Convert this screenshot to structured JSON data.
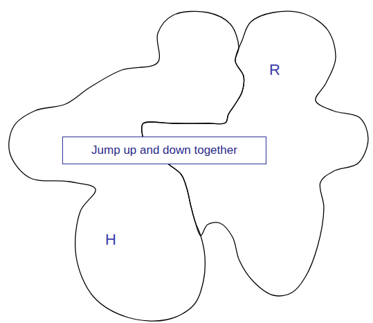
{
  "diagram": {
    "nodes": [
      {
        "text": [
          "R"
        ]
      },
      {
        "text": [
          "Jump up and down together"
        ]
      },
      {
        "text": [
          "H"
        ]
      }
    ]
  }
}
